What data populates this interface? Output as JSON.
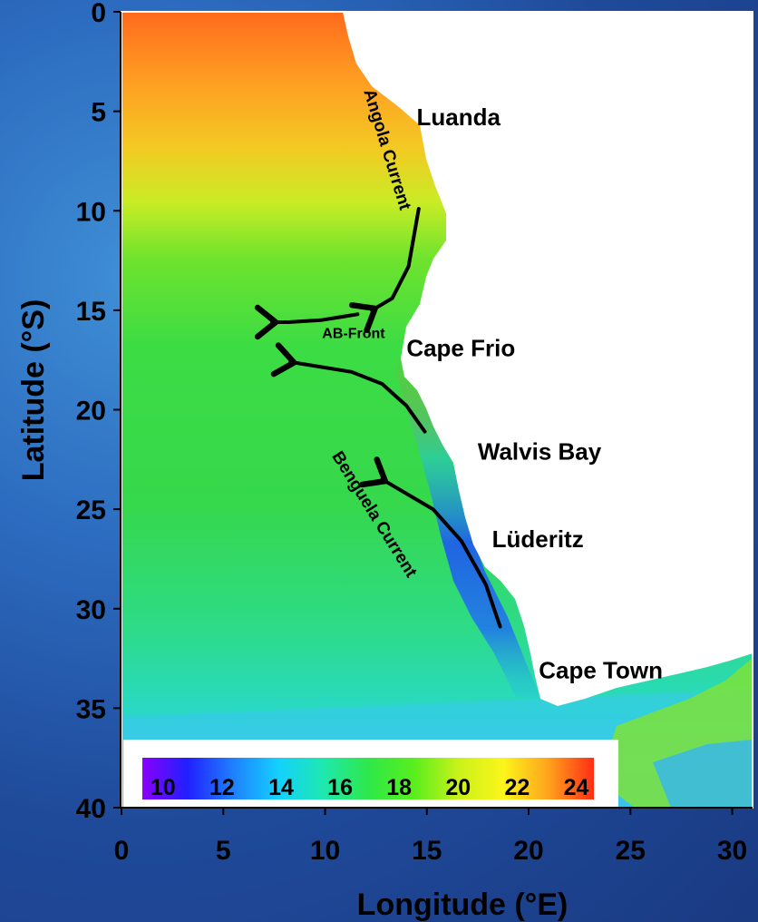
{
  "map": {
    "axes": {
      "x_title": "Longitude (°E)",
      "y_title": "Latitude (°S)",
      "x_range": [
        0,
        31
      ],
      "y_range": [
        0,
        40
      ],
      "x_ticks": [
        0,
        5,
        10,
        15,
        20,
        25,
        30
      ],
      "y_ticks": [
        0,
        5,
        10,
        15,
        20,
        25,
        30,
        35,
        40
      ]
    },
    "places": [
      {
        "name": "Luanda",
        "lon": 14.5,
        "lat": 5.7
      },
      {
        "name": "Cape Frio",
        "lon": 14.0,
        "lat": 17.3
      },
      {
        "name": "Walvis Bay",
        "lon": 17.5,
        "lat": 22.5
      },
      {
        "name": "Lüderitz",
        "lon": 18.2,
        "lat": 26.9
      },
      {
        "name": "Cape Town",
        "lon": 20.5,
        "lat": 33.5
      }
    ],
    "currents": [
      {
        "name": "Angola Current",
        "lon": 12.8,
        "lat": 7.0,
        "rotation": 73
      },
      {
        "name": "Benguela Current",
        "lon": 12.2,
        "lat": 25.4,
        "rotation": 58
      }
    ],
    "front_label": {
      "name": "AB-Front",
      "lon": 11.4,
      "lat": 16.4
    },
    "arrows": [
      {
        "name": "angola-current-arrow",
        "points": [
          [
            14.6,
            9.9
          ],
          [
            14.1,
            12.8
          ],
          [
            13.3,
            14.4
          ],
          [
            12.3,
            15.0
          ]
        ]
      },
      {
        "name": "front-west-arrow",
        "points": [
          [
            11.6,
            15.2
          ],
          [
            9.8,
            15.5
          ],
          [
            8.2,
            15.6
          ],
          [
            7.4,
            15.6
          ]
        ]
      },
      {
        "name": "benguela-upper-arrow",
        "points": [
          [
            14.9,
            21.1
          ],
          [
            14.0,
            19.8
          ],
          [
            12.8,
            18.7
          ],
          [
            11.3,
            18.1
          ],
          [
            8.3,
            17.6
          ]
        ]
      },
      {
        "name": "benguela-lower-arrow",
        "points": [
          [
            18.6,
            30.9
          ],
          [
            17.9,
            28.8
          ],
          [
            16.7,
            26.6
          ],
          [
            15.3,
            25.0
          ],
          [
            12.8,
            23.5
          ]
        ]
      }
    ],
    "colorbar": {
      "labels": [
        "10",
        "12",
        "14",
        "16",
        "18",
        "20",
        "22",
        "24"
      ],
      "min": 9.3,
      "max": 24.6,
      "stops": [
        "#8a00ff",
        "#2020ff",
        "#1f7fff",
        "#14d0ff",
        "#1ee8b0",
        "#2ee84a",
        "#58ee1e",
        "#c9f21a",
        "#fbf51a",
        "#ffa21c",
        "#ff2d14"
      ]
    },
    "colors": {
      "land": "#ffffff",
      "north": "#ff7a1f",
      "central": "#52e32b",
      "south": "#27dd7c",
      "coastal_upwelling": "#1e58f0"
    }
  }
}
